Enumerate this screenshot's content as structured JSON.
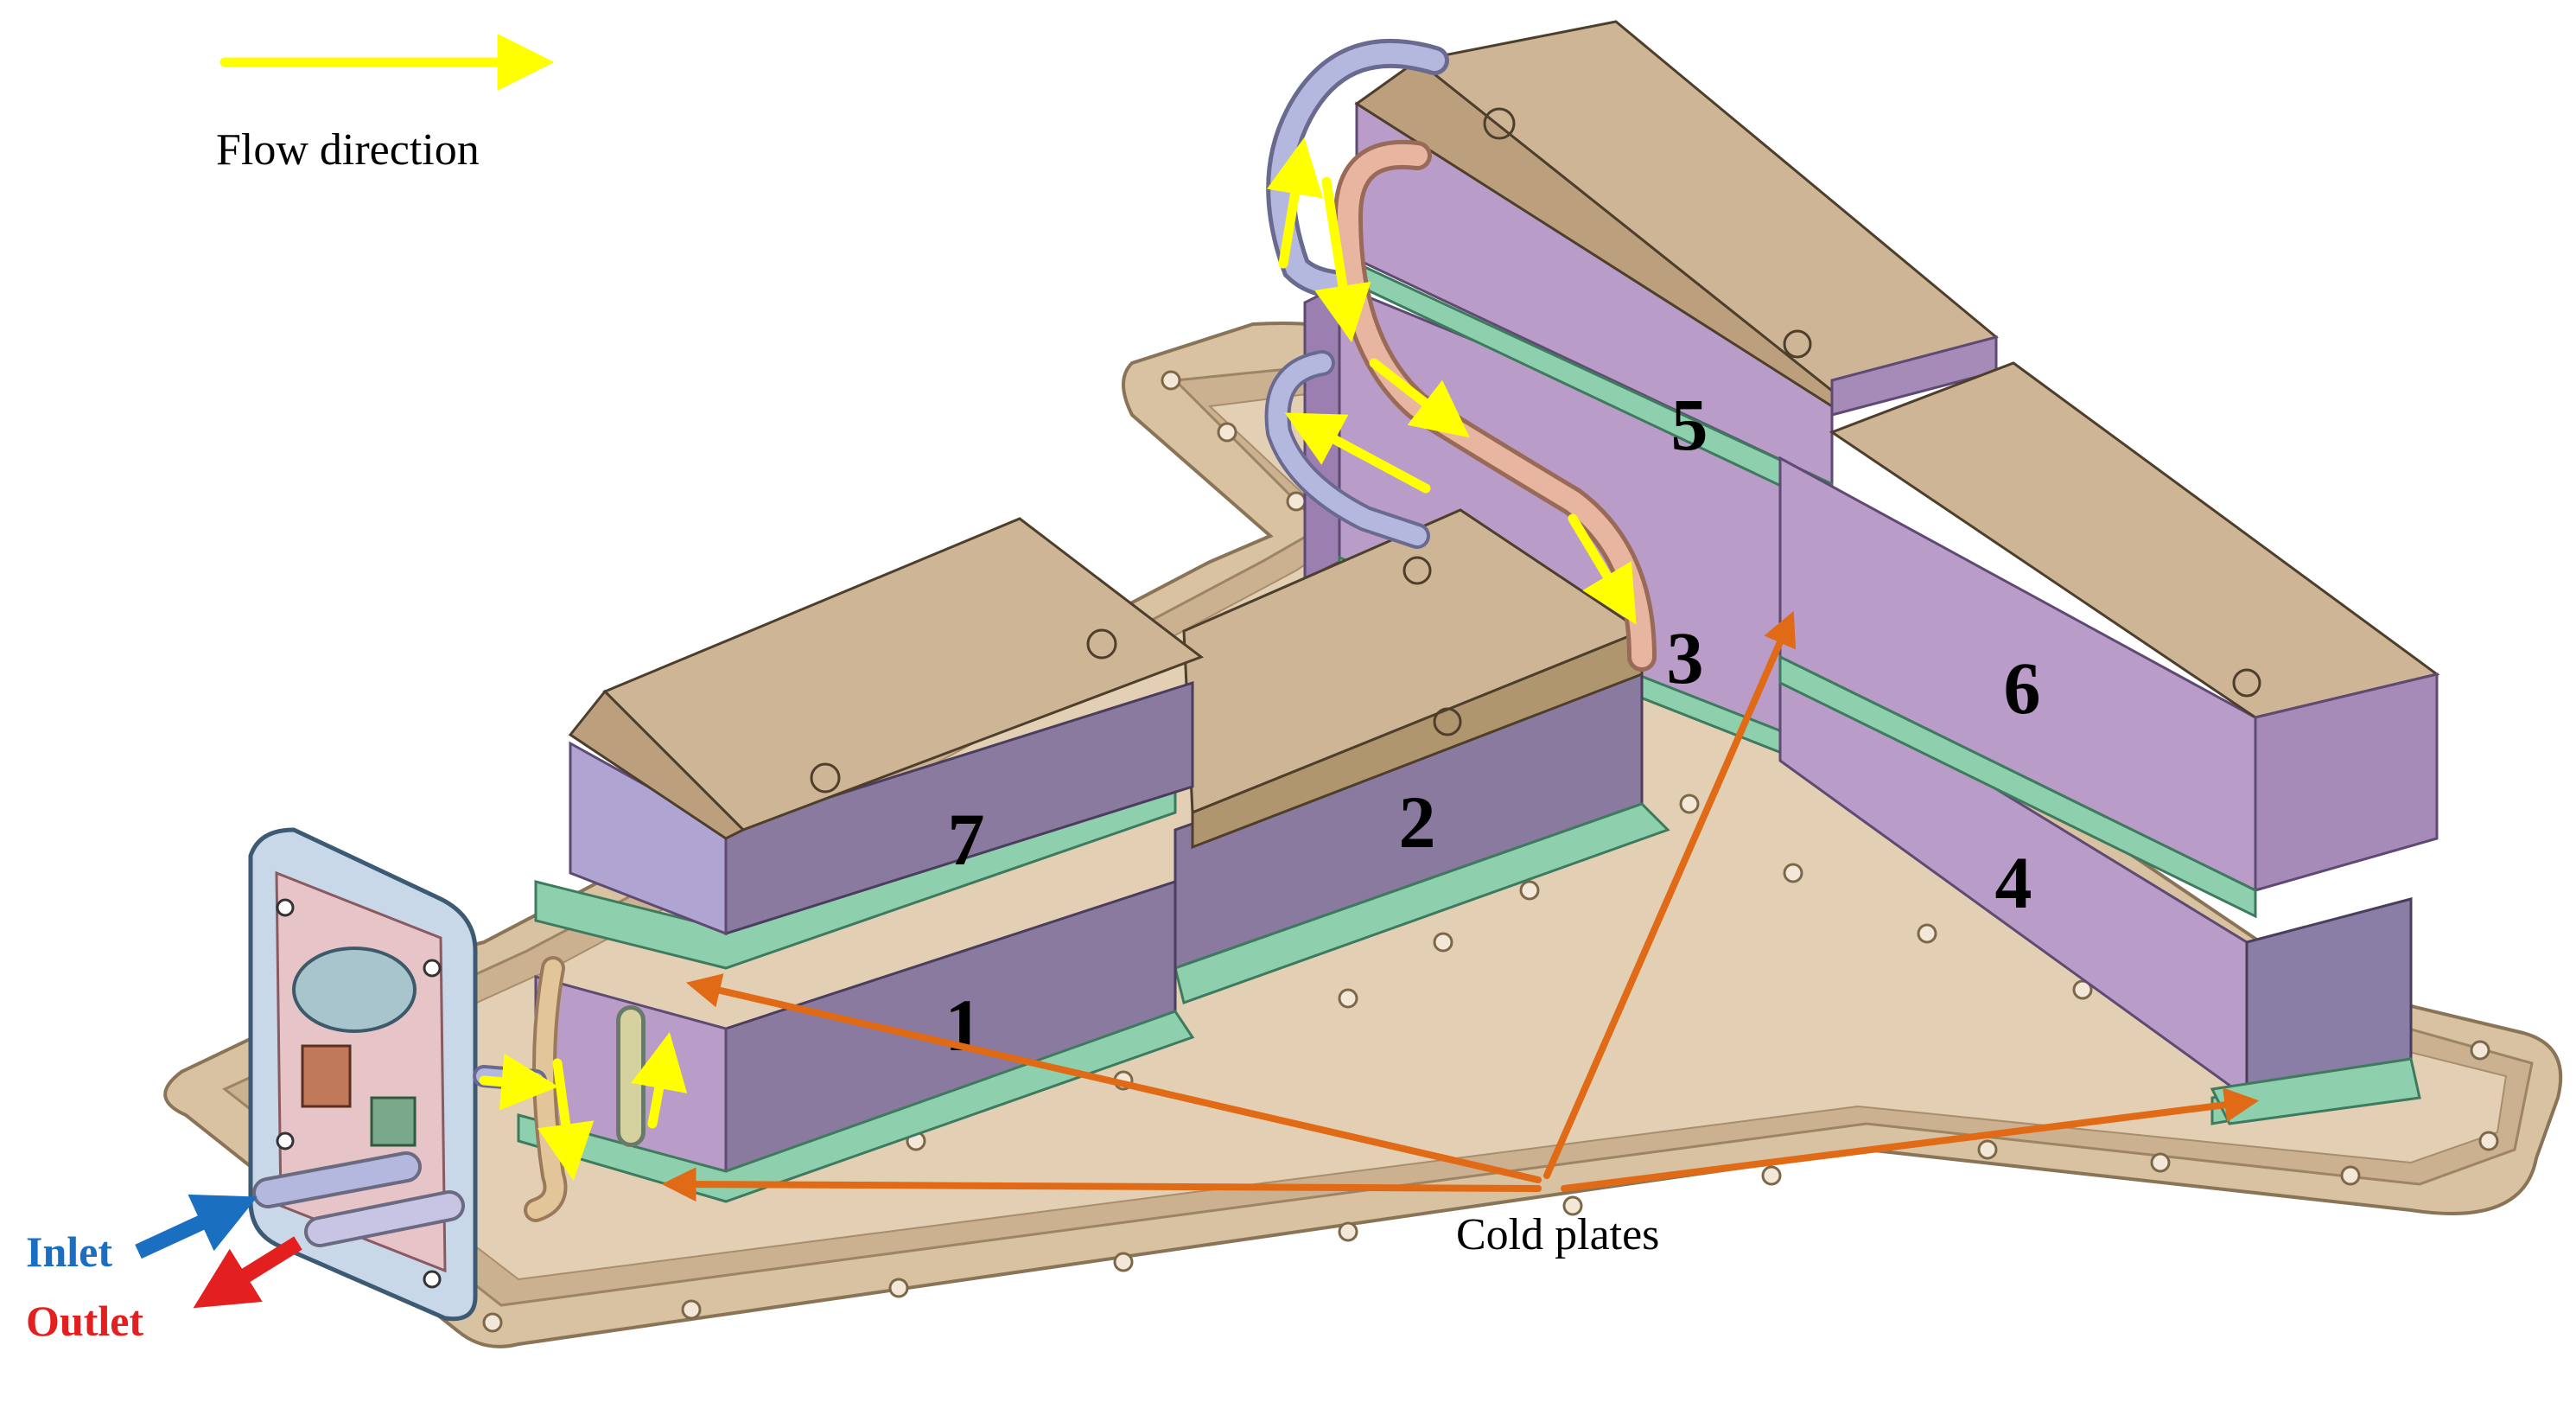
{
  "legend": {
    "flow_label": "Flow direction"
  },
  "module_labels": [
    "1",
    "2",
    "3",
    "4",
    "5",
    "6",
    "7"
  ],
  "ports": {
    "inlet_label": "Inlet",
    "outlet_label": "Outlet"
  },
  "callout": {
    "cold_plates_label": "Cold plates"
  },
  "colors": {
    "flow_arrow": "#ffff00",
    "cold_plate_arrow": "#e06a16",
    "inlet": "#1a6fc0",
    "outlet": "#e31f1f",
    "tray": "#d8c2a2",
    "tray_edge": "#8a7458",
    "module_side": "#b99cc8",
    "module_side_dark": "#9a7fb0",
    "module_lid": "#cdb595",
    "cold_plate": "#8ecfae",
    "pipe_pink": "#e8b6a0",
    "pipe_blue": "#b4b8de"
  }
}
